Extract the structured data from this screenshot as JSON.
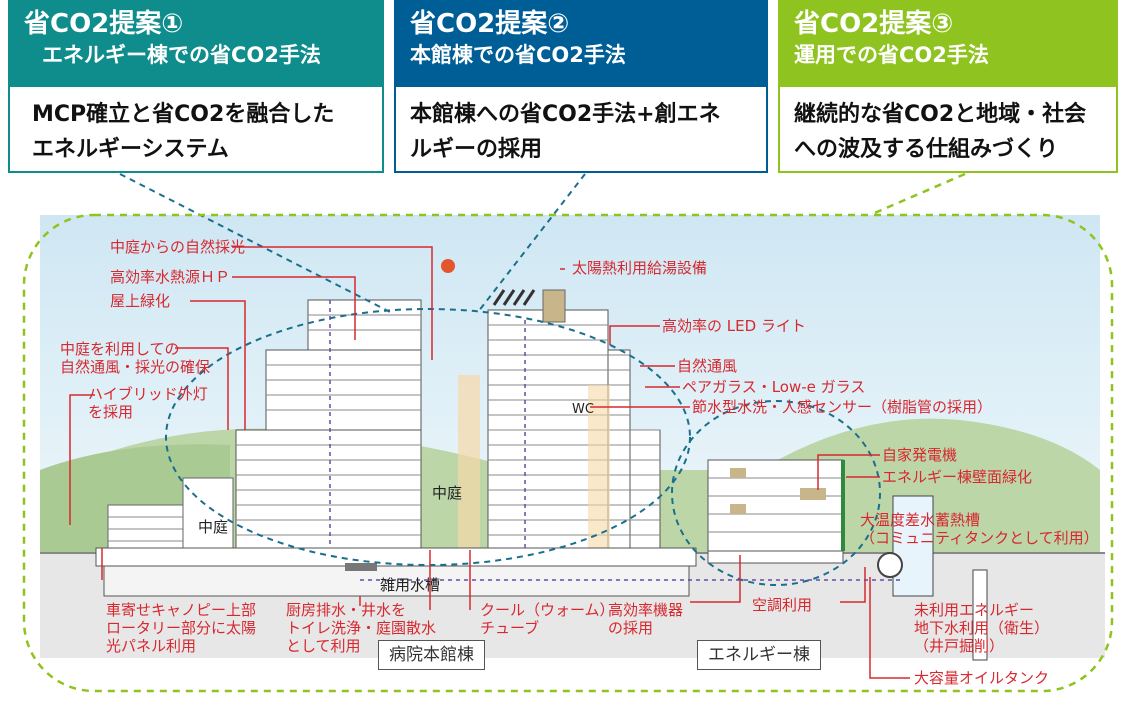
{
  "proposals": [
    {
      "title": "省CO2提案①",
      "subtitle": "エネルギー棟での省CO2手法",
      "body": "MCP確立と省CO2を融合した\nエネルギーシステム",
      "color": "#0f8c8c"
    },
    {
      "title": "省CO2提案②",
      "subtitle": "本館棟での省CO2手法",
      "body": "本館棟への省CO2手法+創エネ\nルギーの採用",
      "color": "#005e97"
    },
    {
      "title": "省CO2提案③",
      "subtitle": "運用での省CO2手法",
      "body": "継続的な省CO2と地域・社会\nへの波及する仕組みづくり",
      "color": "#8fc31f"
    }
  ],
  "labels": {
    "courtyard_light": "中庭からの自然採光",
    "hp": "高効率水熱源ＨＰ",
    "roof_green": "屋上緑化",
    "courtyard_vent": "中庭を利用しての\n自然通風・採光の確保",
    "hybrid_light": "ハイブリッド外灯\nを採用",
    "solar_heat": "太陽熱利用給湯設備",
    "led": "高効率の LED ライト",
    "natural_vent": "自然通風",
    "pair_glass": "ペアガラス・Low-e ガラス",
    "water_saving": "節水型水洗・人感センサー（樹脂管の採用）",
    "self_power": "自家発電機",
    "wall_green": "エネルギー棟壁面緑化",
    "thermal_tank": "大温度差水蓄熱槽\n（コミュニティタンクとして利用）",
    "canopy": "車寄せキャノピー上部\nロータリー部分に太陽\n光パネル利用",
    "kitchen": "厨房排水・井水を\nトイレ洗浄・庭園散水\nとして利用",
    "cool_tube": "クール（ウォーム）\nチューブ",
    "hi_eff": "高効率機器\nの採用",
    "ac_use": "空調利用",
    "unused_energy": "未利用エネルギー\n地下水利用（衛生）\n（井戸掘削）",
    "oil_tank": "大容量オイルタンク",
    "misc_tank": "雑用水槽",
    "courtyard_main": "中庭",
    "courtyard_left": "中庭",
    "wc": "WC"
  },
  "buildings": {
    "main": "病院本館棟",
    "energy": "エネルギー棟"
  },
  "colors": {
    "label_red": "#d7282f",
    "sky": "#dceef6",
    "hill": "#bcd6a8",
    "dash_green": "#8fc31f",
    "dash_blue": "#1a6f8c"
  }
}
